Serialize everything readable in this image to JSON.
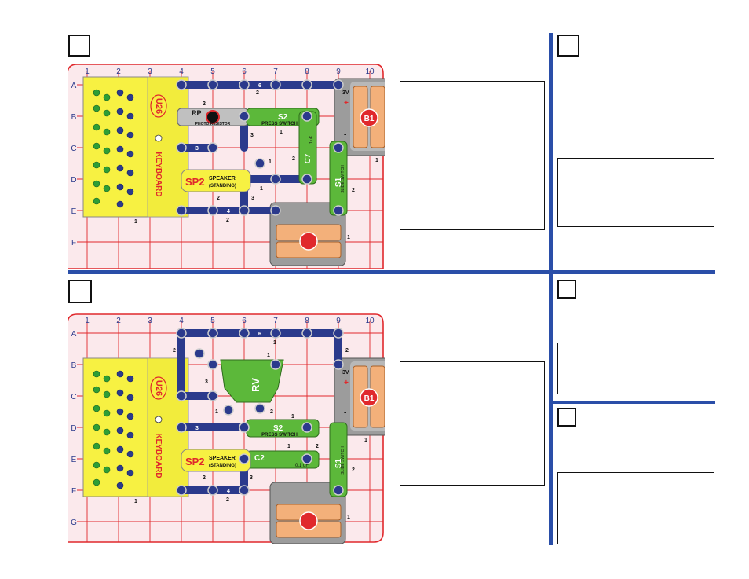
{
  "colors": {
    "divider": "#2a4ea8",
    "grid": "#e0282c",
    "board": "#fbe9ec",
    "wire": "#2b3a8c",
    "keyboard": "#f7f142",
    "green_part": "#5cb83a",
    "battery": "#f3b07a"
  },
  "board_top": {
    "columns": [
      "1",
      "2",
      "3",
      "4",
      "5",
      "6",
      "7",
      "8",
      "9",
      "10"
    ],
    "rows": [
      "A",
      "B",
      "C",
      "D",
      "E",
      "F"
    ],
    "parts": {
      "u26_label": "U26",
      "keyboard_label": "KEYBOARD",
      "rp_label": "RP",
      "photo_resistor": "PHOTO   RESISTOR",
      "s2_label": "S2",
      "press_switch": "PRESS   SWITCH",
      "c7_label": "C7",
      "c7_value": "1 uF",
      "sp2_label": "SP2",
      "speaker_label": "SPEAKER",
      "standing_label": "(STANDING)",
      "s1_label": "S1",
      "slide_switch": "SLIDE   SWITCH",
      "b1_label": "B1",
      "b1_voltage": "3V",
      "wire_6": "6",
      "wire_3": "3",
      "wire_4": "4",
      "n1": "1",
      "n2": "2",
      "n3": "3"
    }
  },
  "board_bottom": {
    "columns": [
      "1",
      "2",
      "3",
      "4",
      "5",
      "6",
      "7",
      "8",
      "9",
      "10"
    ],
    "rows": [
      "A",
      "B",
      "C",
      "D",
      "E",
      "F",
      "G"
    ],
    "parts": {
      "u26_label": "U26",
      "keyboard_label": "KEYBOARD",
      "rv_label": "RV",
      "s2_label": "S2",
      "press_switch": "PRESS   SWITCH",
      "c2_label": "C2",
      "c2_value": "0.1 uF",
      "sp2_label": "SP2",
      "speaker_label": "SPEAKER",
      "standing_label": "(STANDING)",
      "s1_label": "S1",
      "slide_switch": "SLIDE   SWITCH",
      "b1_label": "B1",
      "b1_voltage": "3V",
      "wire_6": "6",
      "wire_3": "3",
      "wire_4": "4",
      "n1": "1",
      "n2": "2",
      "n3": "3"
    }
  }
}
